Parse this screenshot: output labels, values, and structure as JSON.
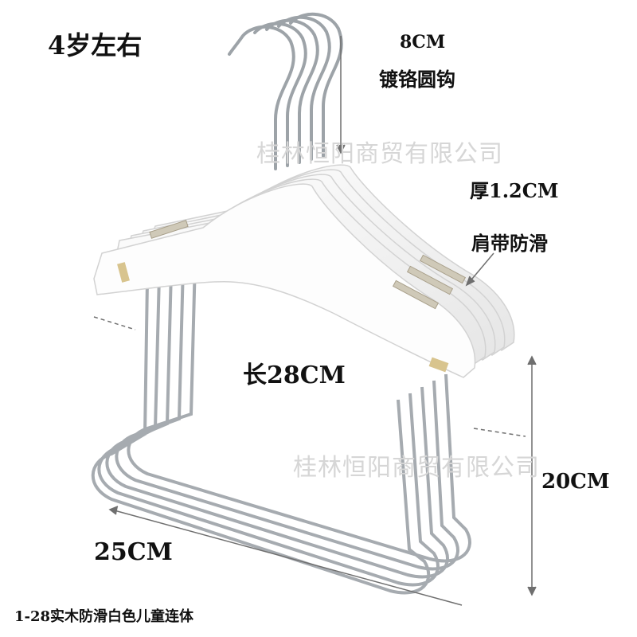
{
  "labels": {
    "age": "4岁左右",
    "hook_size": "8CM",
    "hook_desc": "镀铬圆钩",
    "thickness": "厚1.2CM",
    "strap_desc": "肩带防滑",
    "length": "长28CM",
    "height": "20CM",
    "width": "25CM",
    "product": "1-28实木防滑白色儿童连体"
  },
  "watermark": "桂林恒阳商贸有限公司",
  "colors": {
    "wood": "#fbfbfb",
    "chrome": "#9da3a8",
    "arrow": "#6f6f6f"
  }
}
